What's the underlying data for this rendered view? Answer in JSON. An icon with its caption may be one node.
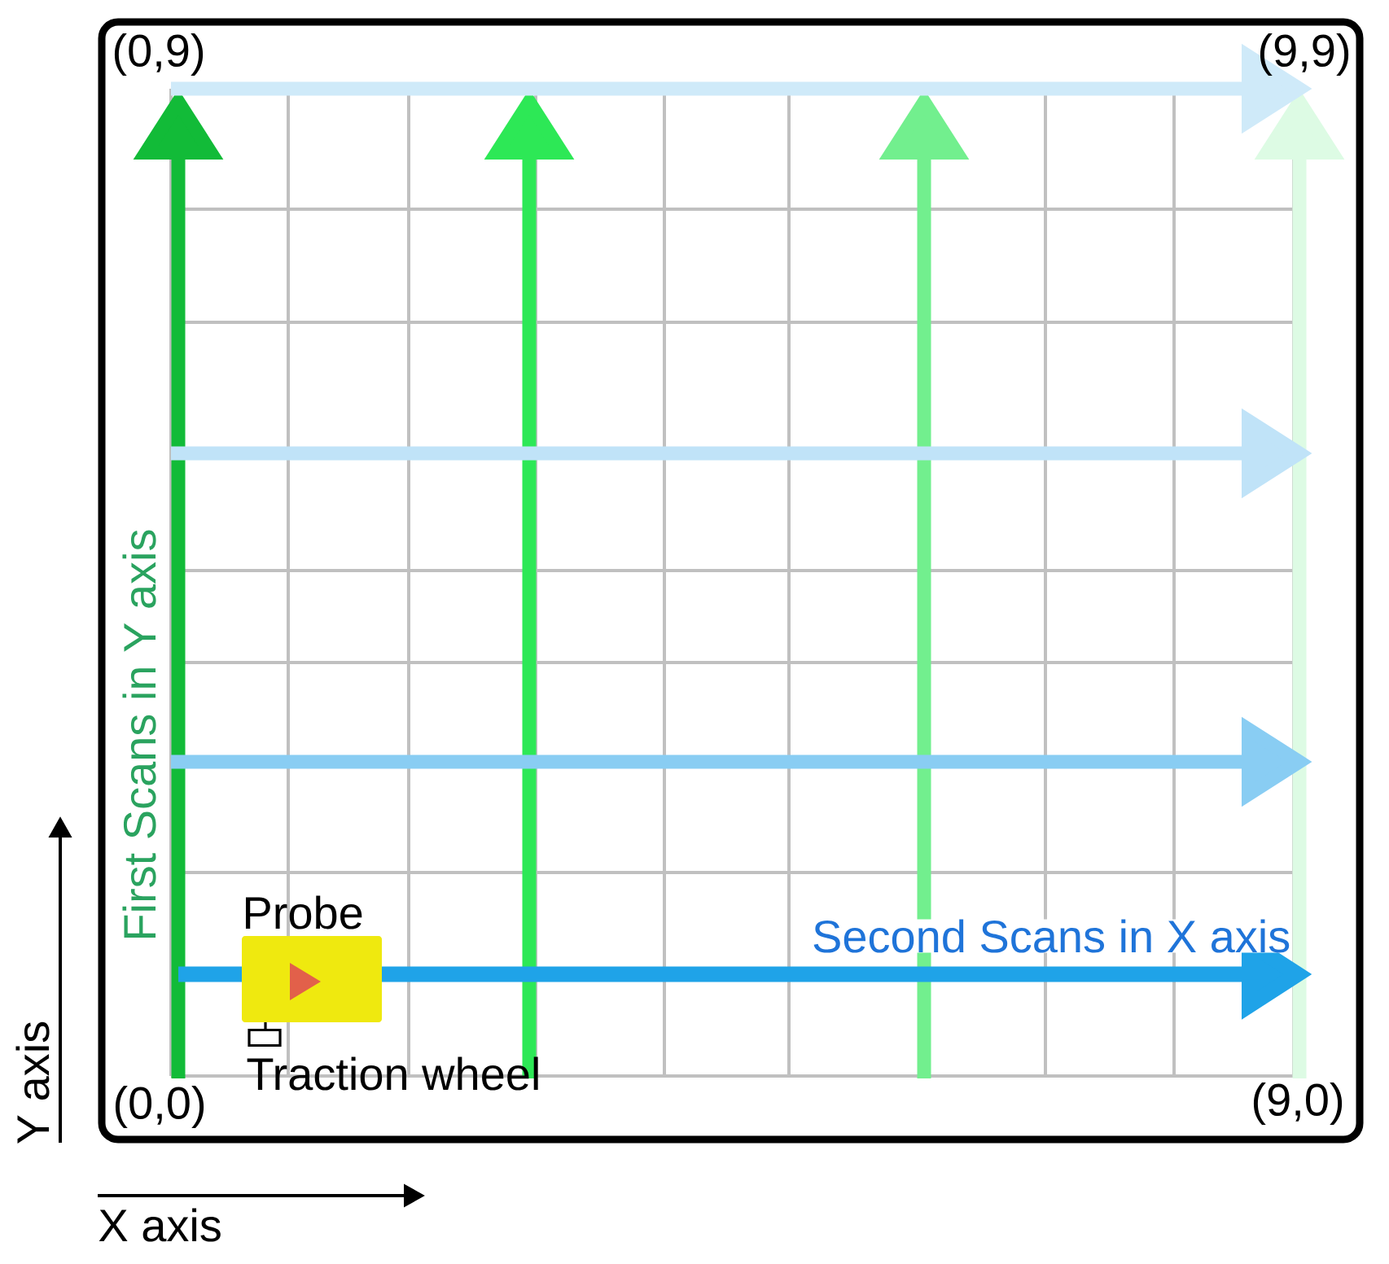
{
  "diagram": {
    "nodes": [
      {
        "text": [
          "Probe"
        ]
      },
      {
        "text": [
          "Traction wheel"
        ]
      }
    ],
    "labels": [
      "(0,9)",
      "(9,9)",
      "First Scans in Y axis",
      "Second Scans in X axis",
      "(0,0)",
      "(9,0)",
      "Y axis",
      "X axis"
    ]
  }
}
